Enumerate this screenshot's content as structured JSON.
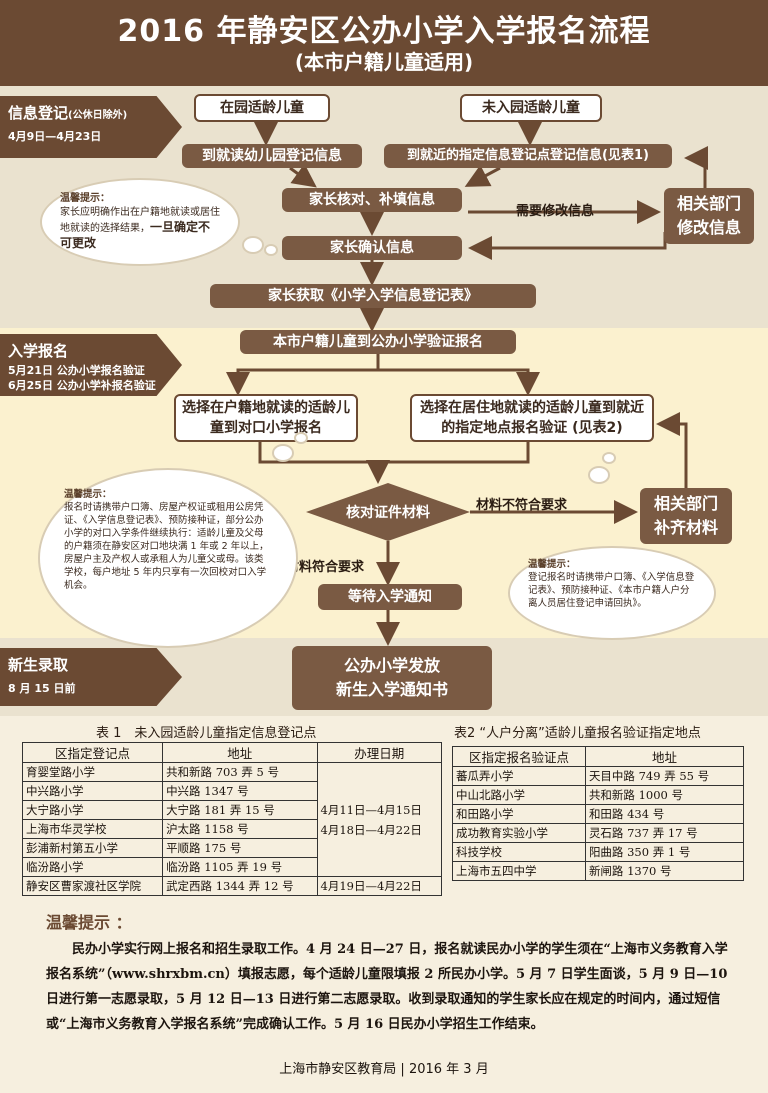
{
  "header": {
    "title": "2016 年静安区公办小学入学报名流程",
    "subtitle": "(本市户籍儿童适用)"
  },
  "stages": [
    {
      "title": "信息登记",
      "note": "(公休日除外)",
      "dates": "4月9日—4月23日"
    },
    {
      "title": "入学报名",
      "note": "",
      "dates": "5月21日 公办小学报名验证\n6月25日 公办小学补报名验证"
    },
    {
      "title": "新生录取",
      "note": "",
      "dates": "8 月 15 日前"
    }
  ],
  "flow": {
    "in_kindergarten": "在园适龄儿童",
    "not_in_kindergarten": "未入园适龄儿童",
    "register_kindergarten": "到就读幼儿园登记信息",
    "register_point": "到就近的指定信息登记点登记信息(见表1)",
    "parent_verify": "家长核对、补填信息",
    "need_modify": "需要修改信息",
    "dept_modify": "相关部门\n修改信息",
    "parent_confirm": "家长确认信息",
    "parent_obtain": "家长获取《小学入学信息登记表》",
    "verify_register": "本市户籍儿童到公办小学验证报名",
    "choose_hukou": "选择在户籍地就读的适龄儿童到对口小学报名",
    "choose_residence": "选择在居住地就读的适龄儿童到就近的指定地点报名验证 (见表2)",
    "check_docs": "核对证件材料",
    "docs_fail": "材料不符合要求",
    "dept_supplement": "相关部门\n补齐材料",
    "docs_ok": "材料符合要求",
    "wait_notice": "等待入学通知",
    "final": "公办小学发放\n新生入学通知书"
  },
  "clouds": {
    "tip1_head": "温馨提示：",
    "tip1_body": "家长应明确作出在户籍地就读或居住地就读的选择结果，",
    "tip1_strong": "一旦确定不可更改",
    "tip2_head": "温馨提示：",
    "tip2_body": "报名时请携带户口簿、房屋产权证或租用公房凭证、《入学信息登记表》、预防接种证，部分公办小学的对口入学条件继续执行：适龄儿童及父母的户籍须在静安区对口地块满 1 年或 2 年以上，房屋户主及产权人或承租人为儿童父或母。该类学校，每户地址 5 年内只享有一次回校对口入学机会。",
    "tip3_head": "温馨提示：",
    "tip3_body": "登记报名时请携带户口簿、《入学信息登记表》、预防接种证、《本市户籍人户分离人员居住登记申请回执》。"
  },
  "table1": {
    "caption": "表 1　未入园适龄儿童指定信息登记点",
    "headers": [
      "区指定登记点",
      "地址",
      "办理日期"
    ],
    "rows": [
      [
        "育婴堂路小学",
        "共和新路 703 弄 5 号"
      ],
      [
        "中兴路小学",
        "中兴路 1347 号"
      ],
      [
        "大宁路小学",
        "大宁路 181 弄 15 号"
      ],
      [
        "上海市华灵学校",
        "沪太路 1158 号"
      ],
      [
        "彭浦新村第五小学",
        "平顺路 175 号"
      ],
      [
        "临汾路小学",
        "临汾路 1105 弄 19 号"
      ],
      [
        "静安区曹家渡社区学院",
        "武定西路 1344 弄 12 号"
      ]
    ],
    "date_range_1": "4月11日—4月15日",
    "date_range_2": "4月18日—4月22日",
    "date_range_3": "4月19日—4月22日"
  },
  "table2": {
    "caption": "表2 “人户分离”适龄儿童报名验证指定地点",
    "headers": [
      "区指定报名验证点",
      "地址"
    ],
    "rows": [
      [
        "蕃瓜弄小学",
        "天目中路 749 弄 55 号"
      ],
      [
        "中山北路小学",
        "共和新路 1000 号"
      ],
      [
        "和田路小学",
        "和田路 434 号"
      ],
      [
        "成功教育实验小学",
        "灵石路 737 弄 17 号"
      ],
      [
        "科技学校",
        "阳曲路 350 弄 1 号"
      ],
      [
        "上海市五四中学",
        "新闸路 1370 号"
      ]
    ]
  },
  "tips": {
    "title": "温馨提示 ：",
    "body": "民办小学实行网上报名和招生录取工作。4 月 24 日—27 日，报名就读民办小学的学生须在“上海市义务教育入学报名系统”（www.shrxbm.cn）填报志愿，每个适龄儿童限填报 2 所民办小学。5 月 7 日学生面谈，5 月 9 日—10 日进行第一志愿录取，5 月 12 日—13 日进行第二志愿录取。收到录取通知的学生家长应在规定的时间内，通过短信或“上海市义务教育入学报名系统”完成确认工作。5 月 16 日民办小学招生工作结束。"
  },
  "footer": "上海市静安区教育局 | 2016 年 3 月"
}
